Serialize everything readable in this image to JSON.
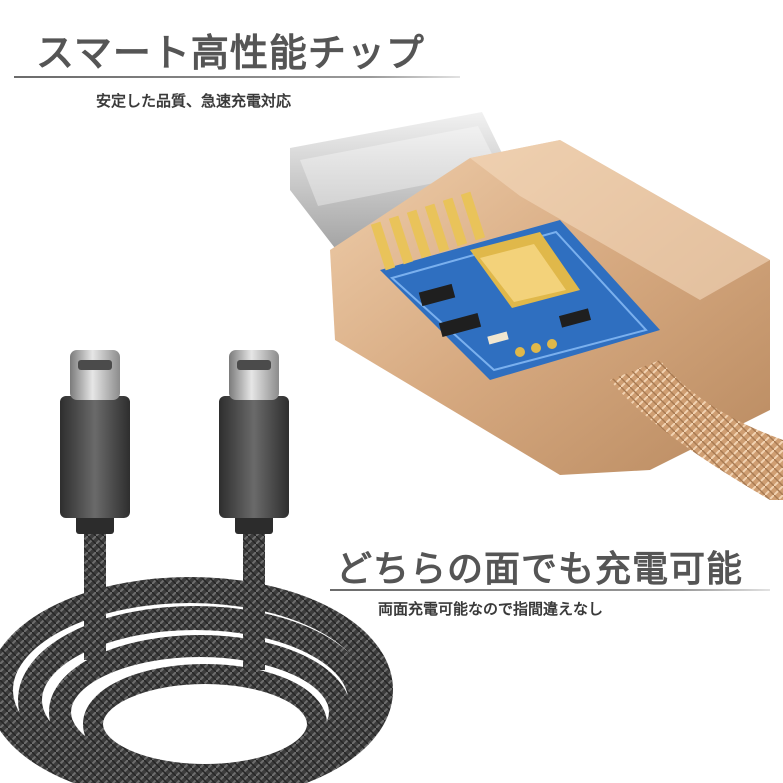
{
  "heading_top": "スマート高性能チップ",
  "subheading_top": "安定した品質、急速充電対応",
  "heading_bottom": "どちらの面でも充電可能",
  "subheading_bottom": "両面充電可能なので指間違えなし",
  "colors": {
    "heading_text": "#555555",
    "subheading_text": "#3a3a3a",
    "cable_dark": "#3c3c3c",
    "connector_gold": "#d6a980",
    "circuit_board": "#2f6fc0"
  }
}
